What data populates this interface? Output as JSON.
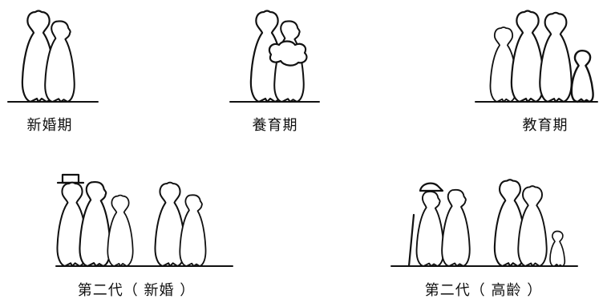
{
  "stages": [
    {
      "id": "newlywed",
      "label": "新婚期"
    },
    {
      "id": "nurturing",
      "label": "養育期"
    },
    {
      "id": "education",
      "label": "教育期"
    },
    {
      "id": "second-gen-newlywed",
      "label": "第二代（ 新婚 ）"
    },
    {
      "id": "second-gen-elderly",
      "label": "第二代（ 高齡 ）"
    }
  ],
  "colors": {
    "ink": "#111111",
    "background": "#ffffff"
  }
}
